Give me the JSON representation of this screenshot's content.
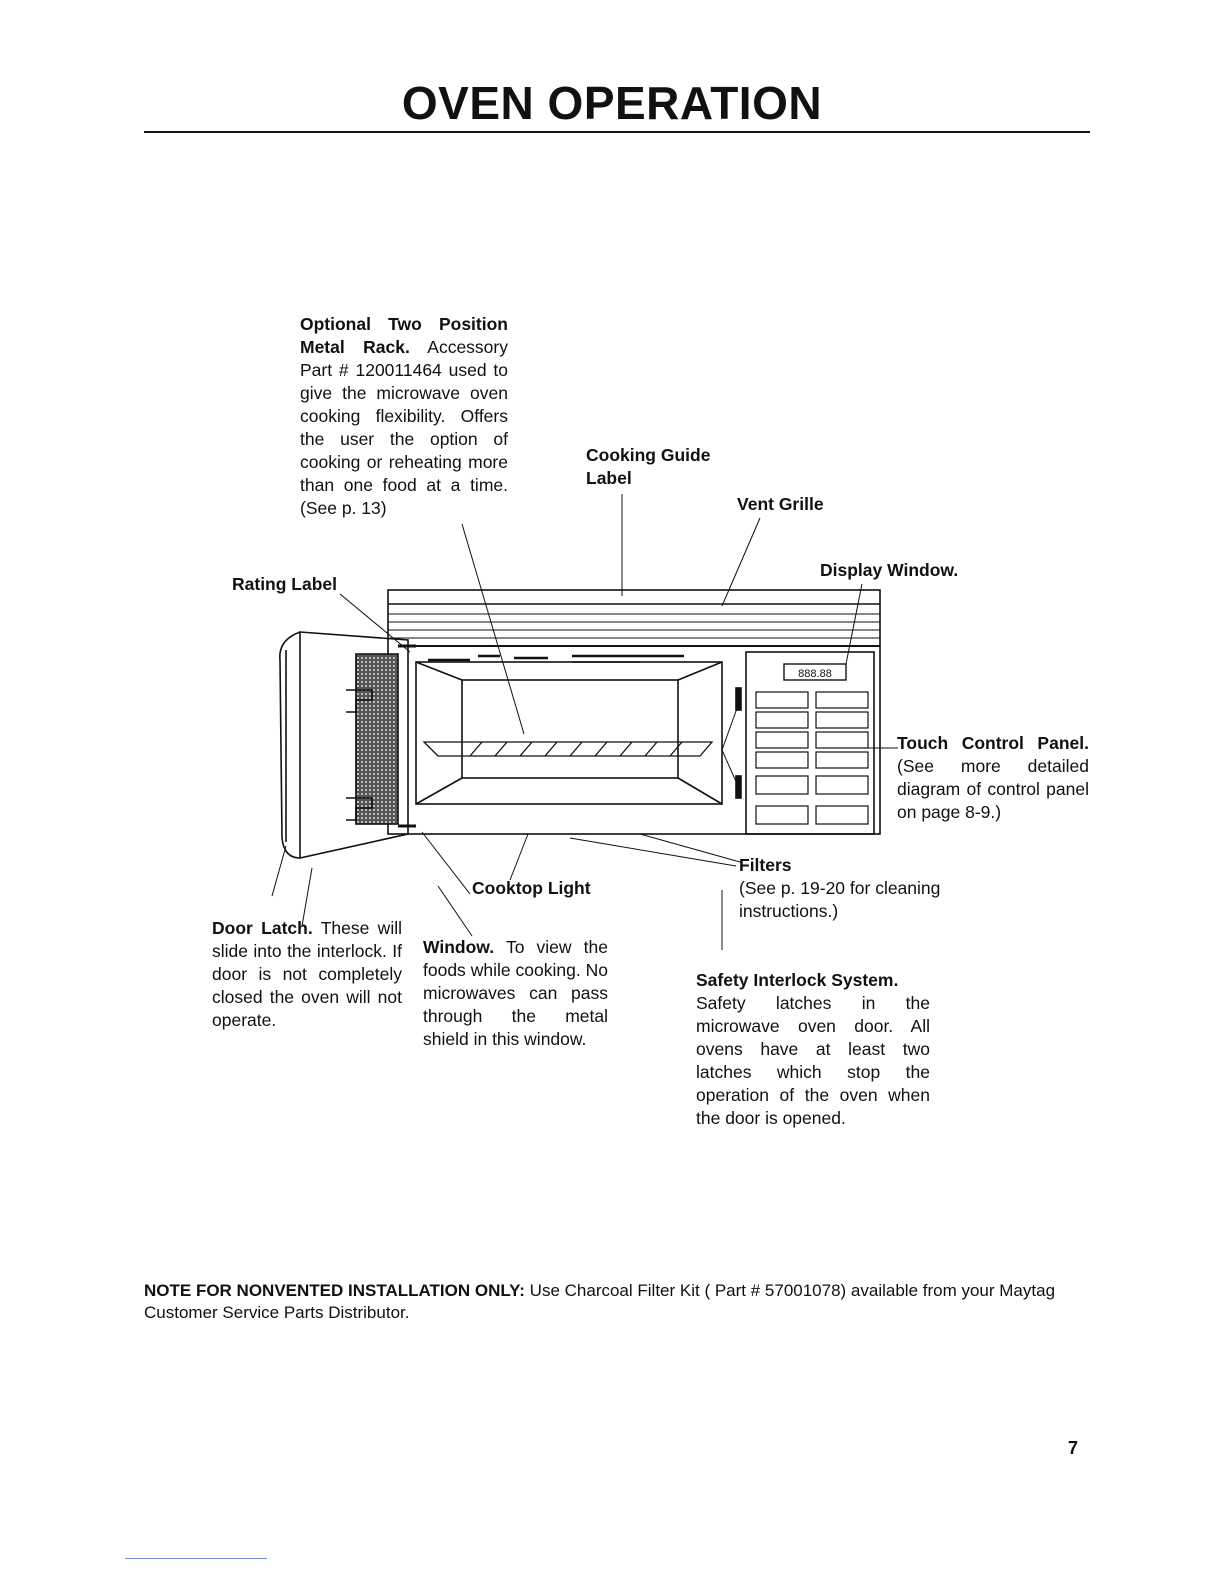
{
  "page": {
    "title": "OVEN OPERATION",
    "page_number": "7"
  },
  "callouts": {
    "metal_rack": {
      "label": "Optional Two Position Metal Rack.",
      "text": "Accessory Part # 120011464 used to give the microwave oven cooking flexibility. Offers the user the option of cooking or reheating more than one food at a time. (See p. 13)"
    },
    "cooking_guide": {
      "label": "Cooking Guide Label"
    },
    "vent_grille": {
      "label": "Vent Grille"
    },
    "display_window": {
      "label": "Display Window."
    },
    "rating_label": {
      "label": "Rating Label"
    },
    "touch_control": {
      "label": "Touch Control Panel.",
      "text": "(See more detailed diagram of control panel on page 8-9.)"
    },
    "filters": {
      "label": "Filters",
      "text": "(See p. 19-20 for cleaning instructions.)"
    },
    "cooktop_light": {
      "label": "Cooktop Light"
    },
    "door_latch": {
      "label": "Door Latch.",
      "text": "These will slide into the interlock. If door is not completely closed the oven will not operate."
    },
    "window": {
      "label": "Window.",
      "text": "To view the foods while cooking. No microwaves can pass through the metal shield in this window."
    },
    "safety_interlock": {
      "label": "Safety Interlock System.",
      "text": "Safety latches in the microwave oven door. All ovens have at least two latches which stop the operation of the oven when the door is opened."
    }
  },
  "display_readout": "888.88",
  "note": {
    "label": "NOTE FOR NONVENTED INSTALLATION ONLY:",
    "text": "Use Charcoal Filter Kit ( Part # 57001078) available from your Maytag Customer Service Parts Distributor."
  }
}
